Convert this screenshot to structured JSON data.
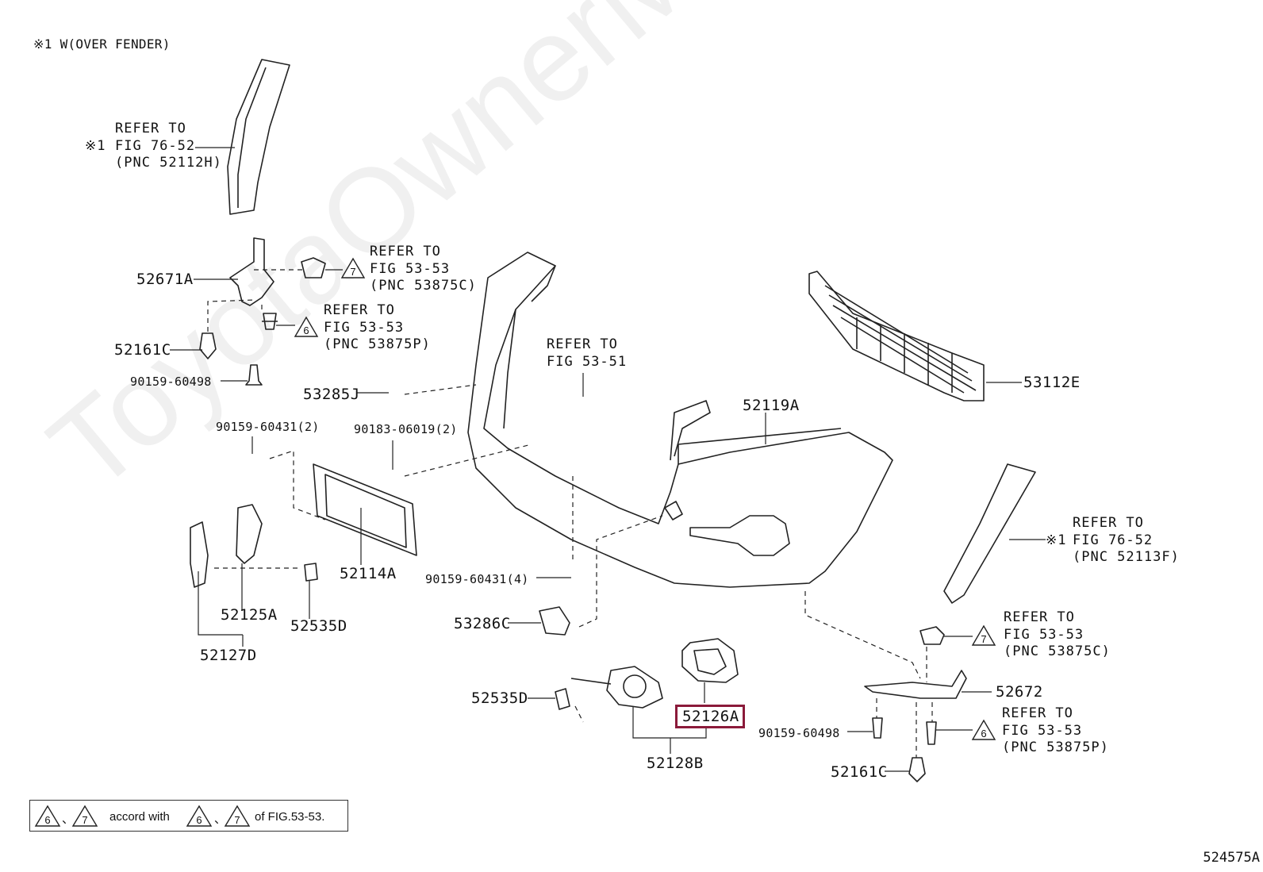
{
  "header": "※1 W(OVER FENDER)",
  "watermark": "ToyotaOwnerMine.ru",
  "figure_code": "524575A",
  "highlighted_part": "52126A",
  "parts": {
    "p52671A": "52671A",
    "p52161C_l": "52161C",
    "p90159_60498_l": "90159-60498",
    "p53285J": "53285J",
    "p90159_60431_2": "90159-60431(2)",
    "p90183_06019_2": "90183-06019(2)",
    "p52119A": "52119A",
    "p53112E": "53112E",
    "p52114A": "52114A",
    "p52125A": "52125A",
    "p52535D_l": "52535D",
    "p52127D": "52127D",
    "p90159_60431_4": "90159-60431(4)",
    "p53286C": "53286C",
    "p52535D_b": "52535D",
    "p52126A": "52126A",
    "p52128B": "52128B",
    "p52672": "52672",
    "p90159_60498_r": "90159-60498",
    "p52161C_r": "52161C"
  },
  "refs": {
    "r1": {
      "a": "REFER TO",
      "b": "FIG 76-52",
      "c": "(PNC 52112H)",
      "mark": "※1"
    },
    "r2": {
      "a": "REFER TO",
      "b": "FIG 53-53",
      "c": "(PNC 53875C)",
      "tri": "7"
    },
    "r3": {
      "a": "REFER TO",
      "b": "FIG 53-53",
      "c": "(PNC 53875P)",
      "tri": "6"
    },
    "r4": {
      "a": "REFER TO",
      "b": "FIG 53-51"
    },
    "r5": {
      "a": "REFER TO",
      "b": "FIG 76-52",
      "c": "(PNC 52113F)",
      "mark": "※1"
    },
    "r6": {
      "a": "REFER TO",
      "b": "FIG 53-53",
      "c": "(PNC 53875C)",
      "tri": "7"
    },
    "r7": {
      "a": "REFER TO",
      "b": "FIG 53-53",
      "c": "(PNC 53875P)",
      "tri": "6"
    }
  },
  "legend": {
    "tri_a": "6",
    "sep": "、",
    "tri_b": "7",
    "text_a": "accord with",
    "tri_c": "6",
    "tri_d": "7",
    "text_b": "of FIG.53-53."
  }
}
